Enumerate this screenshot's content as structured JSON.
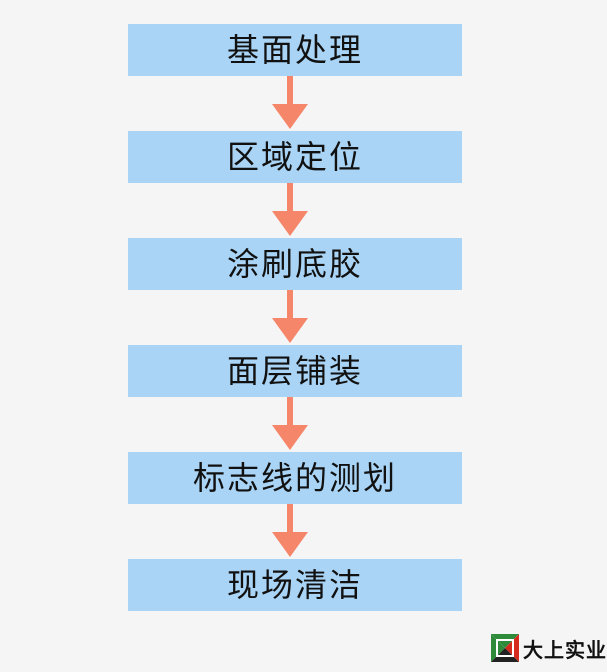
{
  "steps": [
    {
      "label": "基面处理"
    },
    {
      "label": "区域定位"
    },
    {
      "label": "涂刷底胶"
    },
    {
      "label": "面层铺装"
    },
    {
      "label": "标志线的测划"
    },
    {
      "label": "现场清洁"
    }
  ],
  "colors": {
    "box_fill": "#a9d4f5",
    "arrow": "#f5866a",
    "background": "#f5f5f5",
    "logo_green": "#2e8b3a",
    "logo_red": "#d52b1e"
  },
  "watermark": {
    "text": "大上实业"
  }
}
